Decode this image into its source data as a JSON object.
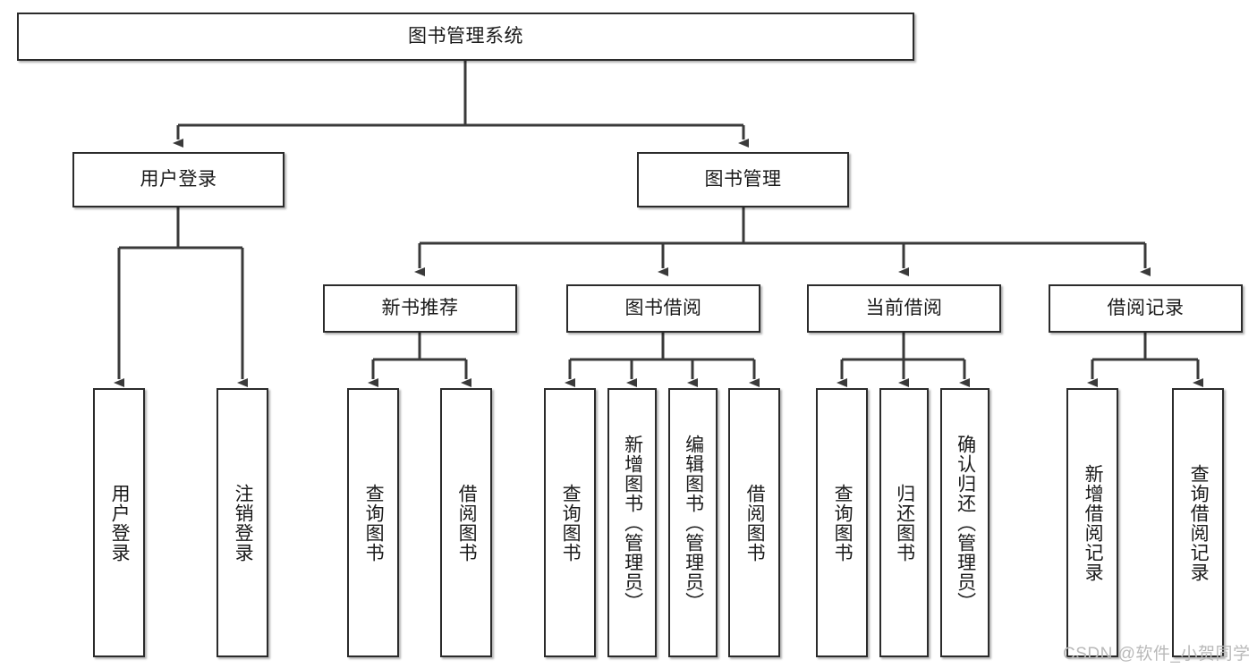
{
  "diagram": {
    "title": "图书管理系统",
    "type": "hierarchy-tree",
    "colors": {
      "box_border": "#2b2b2b",
      "box_fill": "#ffffff",
      "connector": "#3a3a3a",
      "text": "#1a1a1a",
      "watermark": "#b9b9b9"
    },
    "levels": {
      "level1": [
        {
          "id": "root",
          "label": "图书管理系统",
          "orientation": "horizontal"
        }
      ],
      "level2": [
        {
          "id": "user-login",
          "label": "用户登录",
          "orientation": "horizontal"
        },
        {
          "id": "book-manage",
          "label": "图书管理",
          "orientation": "horizontal"
        }
      ],
      "level3": [
        {
          "id": "new-book-rec",
          "label": "新书推荐",
          "orientation": "horizontal"
        },
        {
          "id": "book-borrow",
          "label": "图书借阅",
          "orientation": "horizontal"
        },
        {
          "id": "current-borrow",
          "label": "当前借阅",
          "orientation": "horizontal"
        },
        {
          "id": "borrow-record",
          "label": "借阅记录",
          "orientation": "horizontal"
        }
      ],
      "level4": [
        {
          "id": "leaf-user-login",
          "label": "用户登录",
          "orientation": "vertical",
          "parent": "user-login"
        },
        {
          "id": "leaf-logout",
          "label": "注销登录",
          "orientation": "vertical",
          "parent": "user-login"
        },
        {
          "id": "leaf-query-book-1",
          "label": "查询图书",
          "orientation": "vertical",
          "parent": "new-book-rec"
        },
        {
          "id": "leaf-borrow-book-1",
          "label": "借阅图书",
          "orientation": "vertical",
          "parent": "new-book-rec"
        },
        {
          "id": "leaf-query-book-2",
          "label": "查询图书",
          "orientation": "vertical",
          "parent": "book-borrow"
        },
        {
          "id": "leaf-add-book",
          "label": "新增图书（管理员）",
          "orientation": "vertical",
          "parent": "book-borrow"
        },
        {
          "id": "leaf-edit-book",
          "label": "编辑图书（管理员）",
          "orientation": "vertical",
          "parent": "book-borrow"
        },
        {
          "id": "leaf-borrow-book-2",
          "label": "借阅图书",
          "orientation": "vertical",
          "parent": "book-borrow"
        },
        {
          "id": "leaf-query-book-3",
          "label": "查询图书",
          "orientation": "vertical",
          "parent": "current-borrow"
        },
        {
          "id": "leaf-return-book",
          "label": "归还图书",
          "orientation": "vertical",
          "parent": "current-borrow"
        },
        {
          "id": "leaf-confirm-return",
          "label": "确认归还（管理员）",
          "orientation": "vertical",
          "parent": "current-borrow"
        },
        {
          "id": "leaf-add-record",
          "label": "新增借阅记录",
          "orientation": "vertical",
          "parent": "borrow-record"
        },
        {
          "id": "leaf-query-record",
          "label": "查询借阅记录",
          "orientation": "vertical",
          "parent": "borrow-record"
        }
      ]
    },
    "watermark": "CSDN @软件_小贺同学"
  }
}
